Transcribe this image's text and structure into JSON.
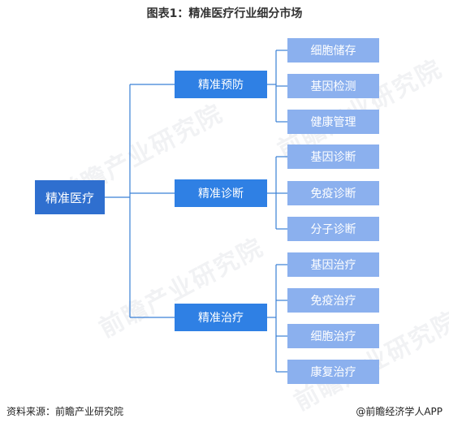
{
  "title": "图表1：精准医疗行业细分市场",
  "root": {
    "label": "精准医疗"
  },
  "branches": [
    {
      "label": "精准预防",
      "children": [
        "细胞储存",
        "基因检测",
        "健康管理"
      ]
    },
    {
      "label": "精准诊断",
      "children": [
        "基因诊断",
        "免疫诊断",
        "分子诊断"
      ]
    },
    {
      "label": "精准治疗",
      "children": [
        "基因治疗",
        "免疫治疗",
        "细胞治疗",
        "康复治疗"
      ]
    }
  ],
  "watermark": {
    "text": "前瞻产业研究院"
  },
  "footer": {
    "source": "资料来源：前瞻产业研究院",
    "brand": "@前瞻经济学人APP"
  },
  "colors": {
    "root": "#2f6fcf",
    "branch": "#2f80e4",
    "leaf": "#8bb0ee",
    "connector": "#3a80d6"
  }
}
